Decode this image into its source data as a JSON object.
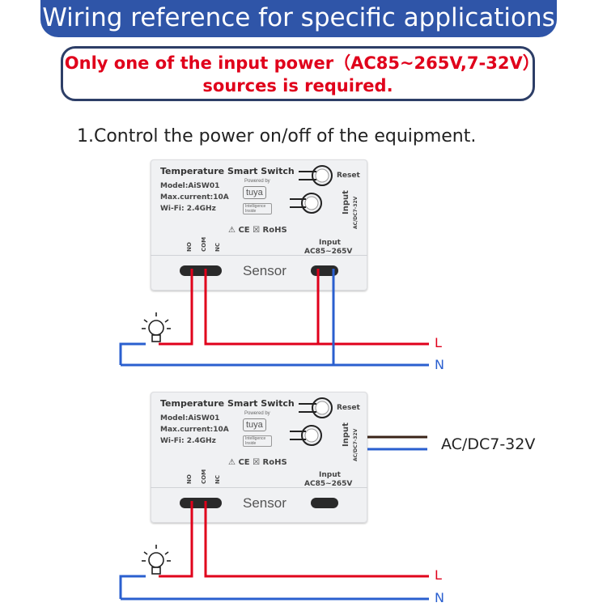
{
  "header": {
    "title": "Wiring reference for specific applications"
  },
  "notice": {
    "text": "Only one of the input power（AC85~265V,7-32V）sources is required."
  },
  "step": {
    "text": "1.Control the power on/off of the equipment."
  },
  "device": {
    "title": "Temperature Smart Switch",
    "model": "Model:AiSW01",
    "current": "Max.current:10A",
    "wifi": "Wi-Fi: 2.4GHz",
    "powered_by": "Powered by",
    "brand": "tuya",
    "intelligence": "Intelligence Inside",
    "reset": "Reset",
    "input_side": "Input",
    "input_side_sub": "AC/DC7-32V",
    "marks": "⚠ CE ☒ RoHS",
    "no": "NO",
    "com": "COM",
    "nc": "NC",
    "input_bottom": "Input",
    "input_bottom_sub": "AC85~265V",
    "sensor": "Sensor"
  },
  "wires": {
    "live": "L",
    "neutral": "N",
    "dc_input": "AC/DC7-32V"
  },
  "colors": {
    "live": "#e0001b",
    "neutral": "#2a5fcf",
    "dc_pos": "#3a2418",
    "dc_neg": "#2a5fcf",
    "banner": "#2f55a8"
  }
}
